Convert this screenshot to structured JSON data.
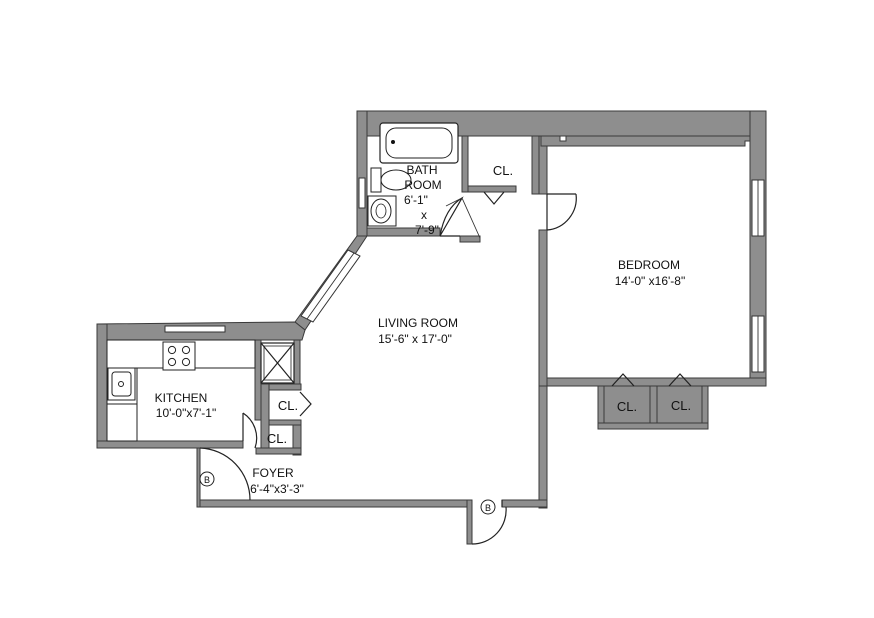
{
  "rooms": {
    "bath": {
      "name_line1": "BATH",
      "name_line2": "ROOM",
      "dim_line1": "6'-1\"",
      "dim_line2": "x",
      "dim_line3": "7'-9\""
    },
    "bedroom": {
      "name": "BEDROOM",
      "dims": "14'-0\" x16'-8\""
    },
    "living": {
      "name": "LIVING ROOM",
      "dims": "15'-6\" x 17'-0\""
    },
    "kitchen": {
      "name": "KITCHEN",
      "dims": "10'-0\"x7'-1\""
    },
    "foyer": {
      "name": "FOYER",
      "dims": "6'-4\"x3'-3\""
    }
  },
  "closets": {
    "bath_closet": "CL.",
    "foyer_closet_upper": "CL.",
    "foyer_closet_lower": "CL.",
    "bedroom_closet_left": "CL.",
    "bedroom_closet_right": "CL."
  },
  "markers": {
    "kitchen_b": "B",
    "entry_b": "B"
  }
}
